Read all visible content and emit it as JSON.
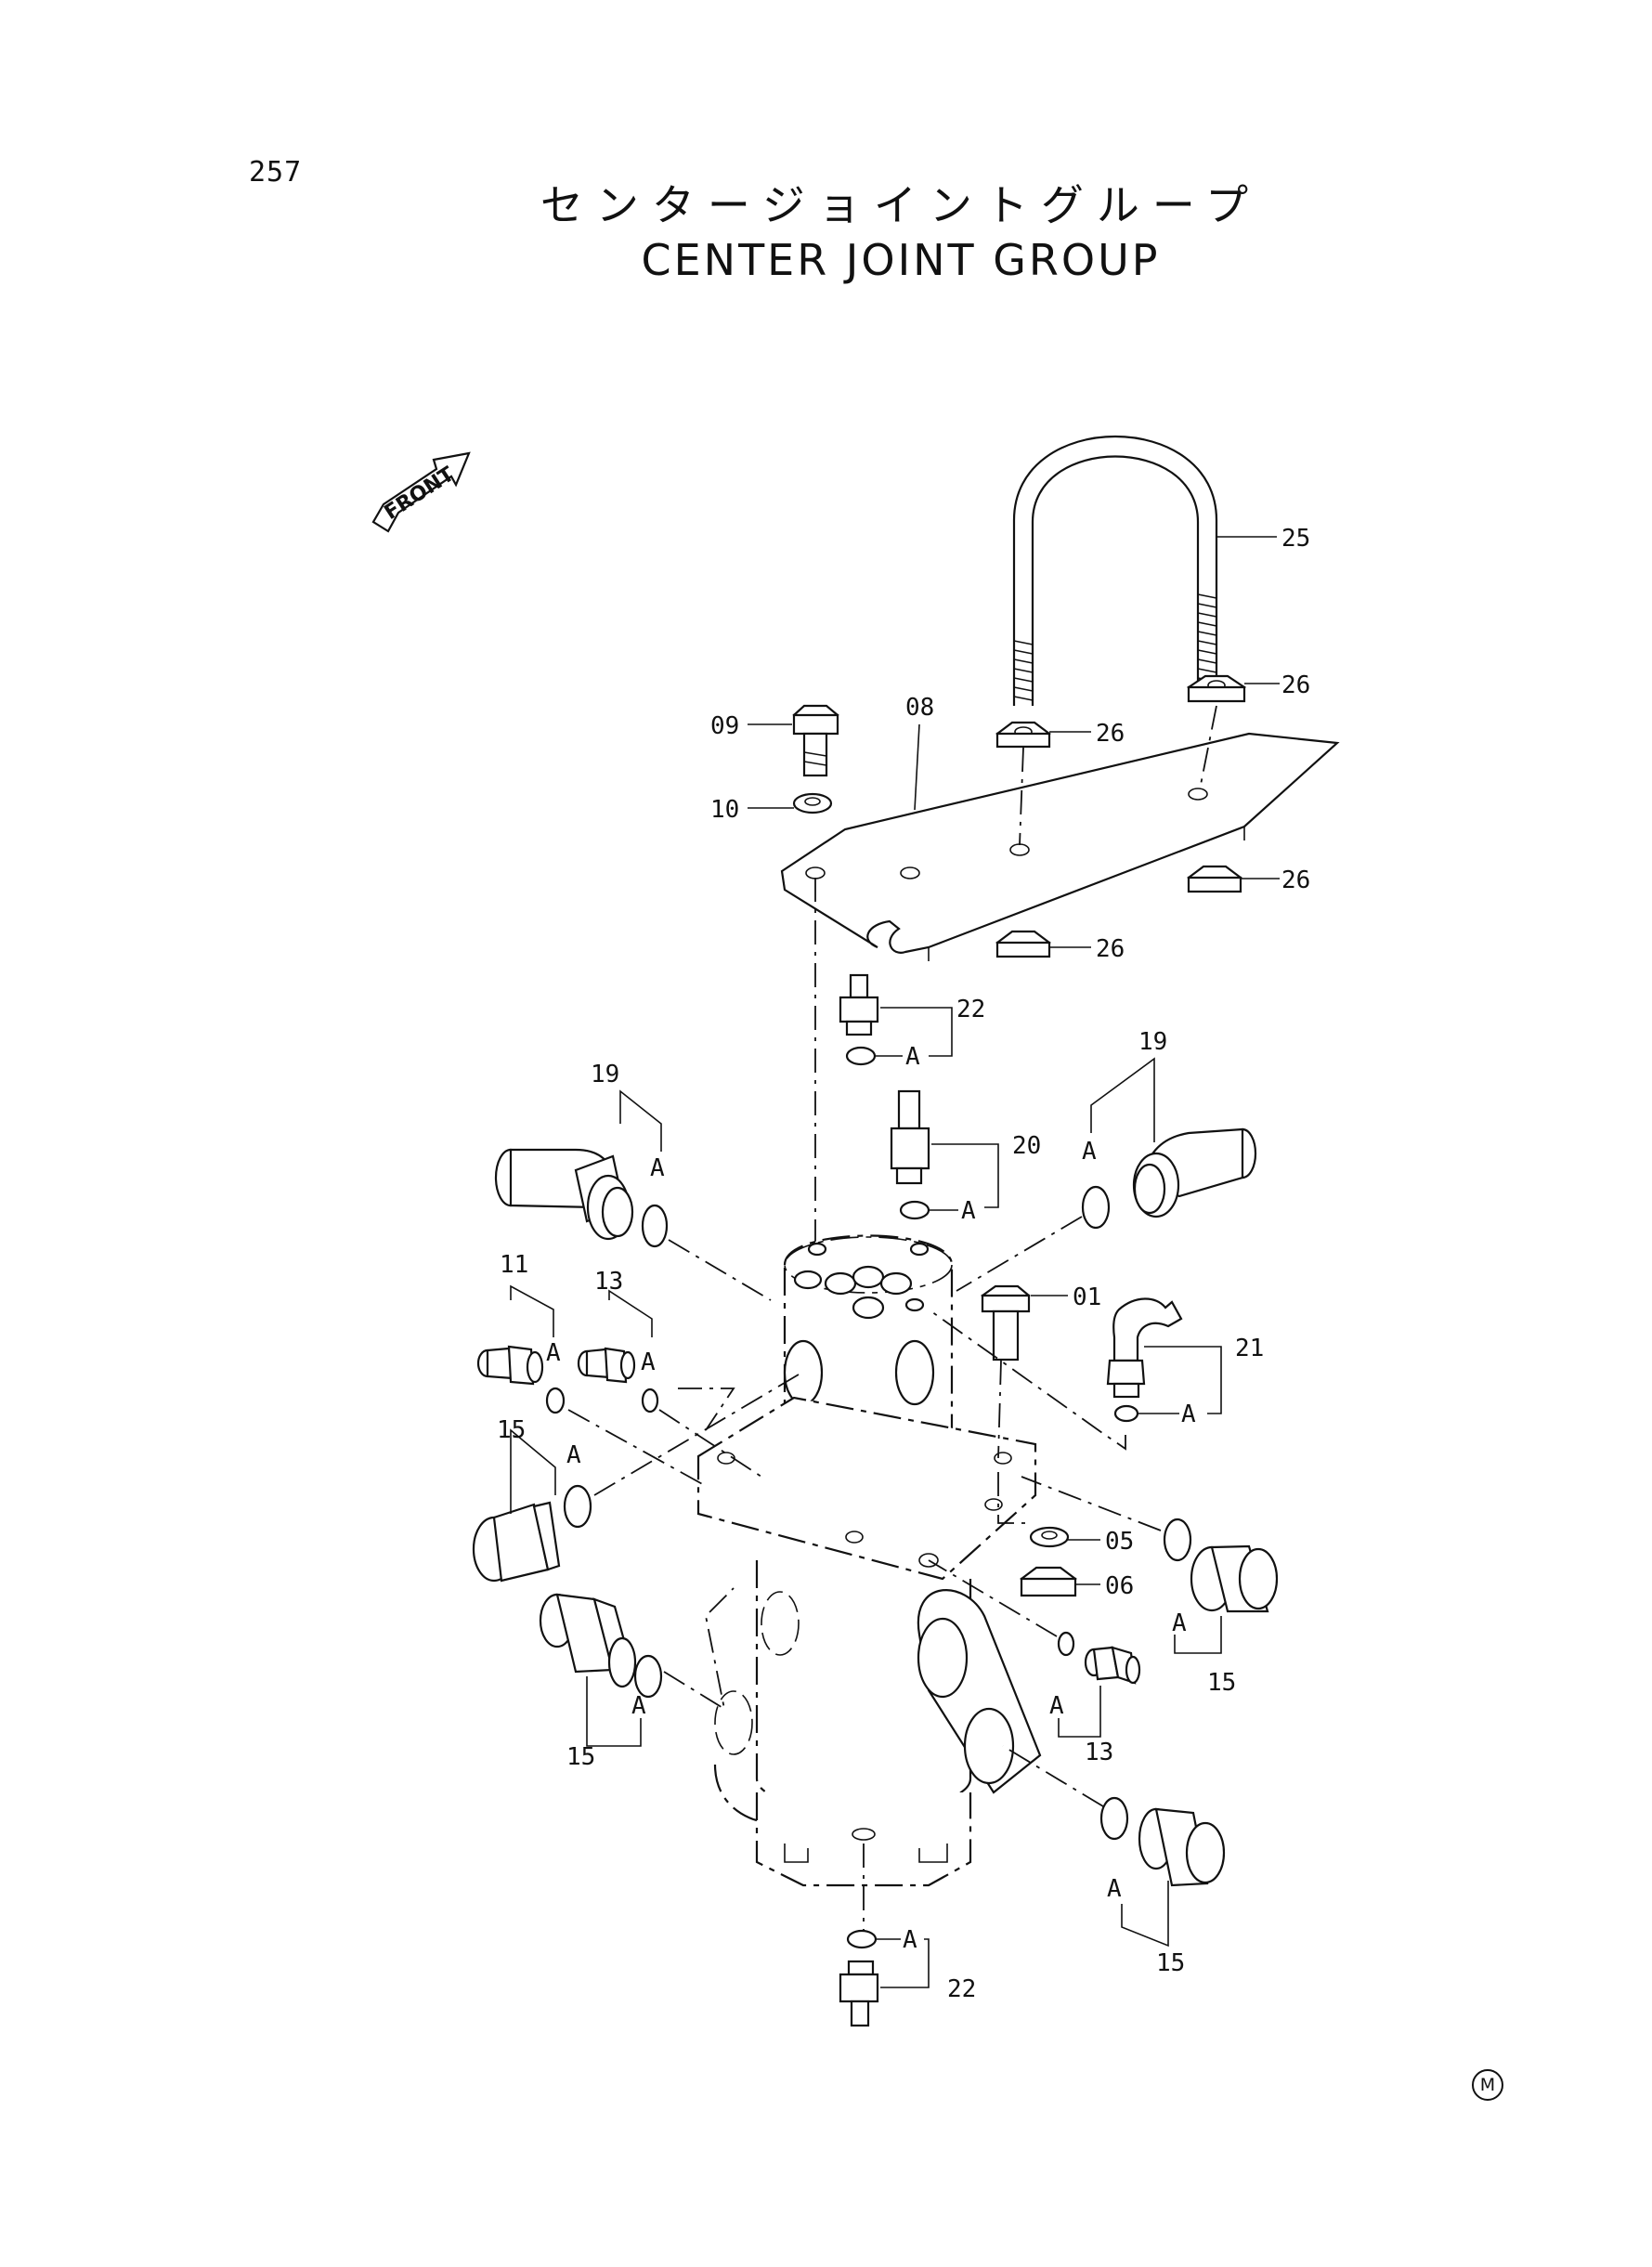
{
  "page_number": "257",
  "title_jp": "センタージョイントグループ",
  "title_en": "CENTER JOINT GROUP",
  "front_label": "FRONT",
  "callouts": {
    "p01": "01",
    "p05": "05",
    "p06": "06",
    "p08": "08",
    "p09": "09",
    "p10": "10",
    "p11": "11",
    "p13": "13",
    "p15": "15",
    "p19": "19",
    "p20": "20",
    "p21": "21",
    "p22": "22",
    "p25": "25",
    "p26": "26"
  },
  "oring_ref": "A",
  "corner_mark": "M"
}
